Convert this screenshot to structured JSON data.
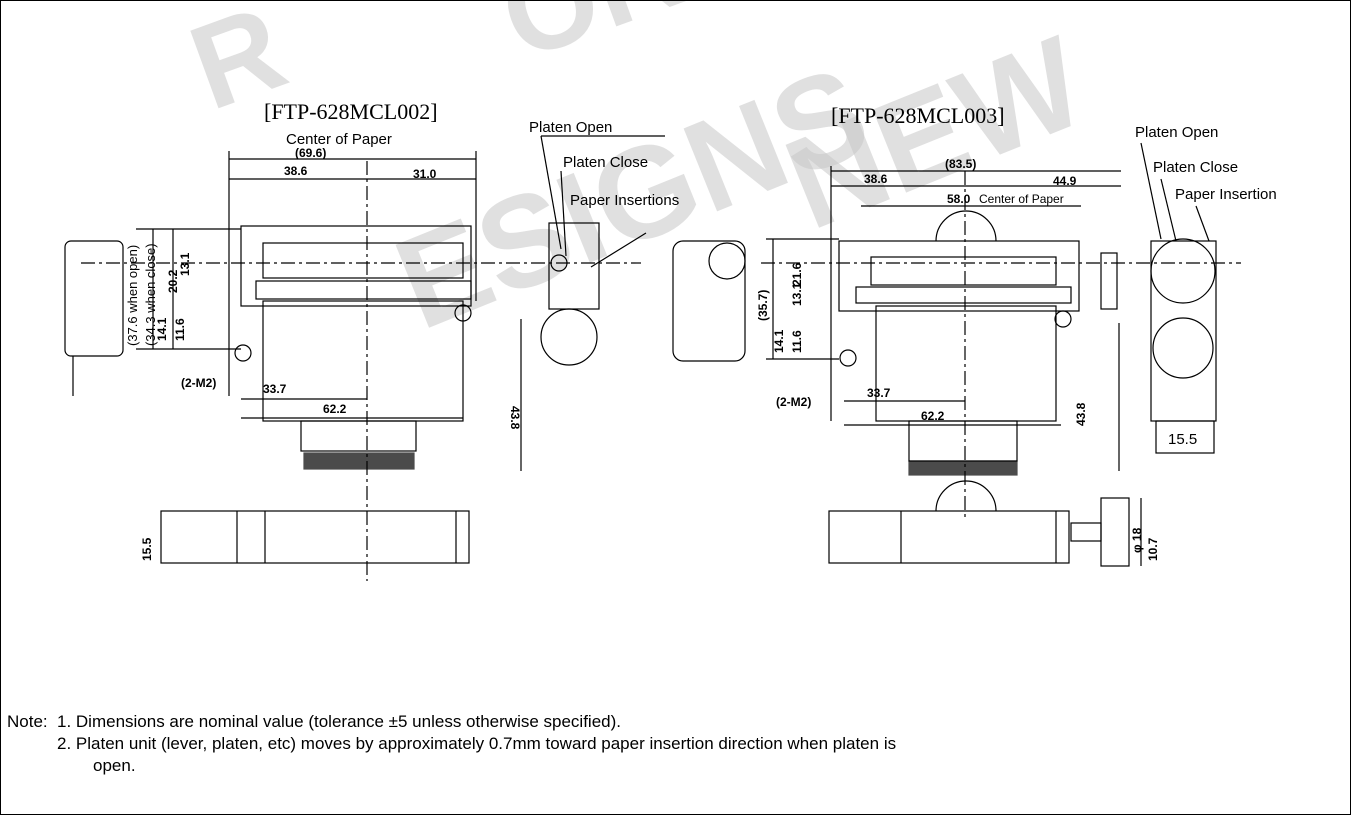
{
  "watermark": [
    "R",
    "OR",
    "ESIGNS",
    "NEW"
  ],
  "left_view": {
    "title": "[FTP-628MCL002]",
    "center_label": "Center of Paper",
    "dim_total": "(69.6)",
    "dim_left": "38.6",
    "dim_right": "31.0",
    "height_open": "(37.6 when open)",
    "height_close": "(34.3 when close)",
    "dim_20_2": "20.2",
    "dim_13_1": "13.1",
    "dim_14_1": "14.1",
    "dim_11_6": "11.6",
    "screw": "(2-M2)",
    "dim_33_7": "33.7",
    "dim_62_2": "62.2",
    "dim_43_8": "43.8",
    "dim_15_5": "15.5",
    "platen_open": "Platen Open",
    "platen_close": "Platen Close",
    "paper_insertion": "Paper Insertions"
  },
  "right_view": {
    "title": "[FTP-628MCL003]",
    "dim_total": "(83.5)",
    "dim_left": "38.6",
    "dim_right": "44.9",
    "dim_58": "58.0",
    "center_label": "Center of Paper",
    "dim_35_7": "(35.7)",
    "dim_21_6": "21.6",
    "dim_13_1": "13.1",
    "dim_14_1": "14.1",
    "dim_11_6": "11.6",
    "screw": "(2-M2)",
    "dim_33_7": "33.7",
    "dim_62_2": "62.2",
    "dim_43_8": "43.8",
    "dim_15_5": "15.5",
    "dim_phi18": "φ 18",
    "dim_10_7": "10.7",
    "platen_open": "Platen Open",
    "platen_close": "Platen Close",
    "paper_insertion": "Paper Insertion"
  },
  "notes": {
    "label": "Note:",
    "items": [
      "1. Dimensions are nominal value (tolerance ±5 unless otherwise specified).",
      "2. Platen unit (lever, platen, etc) moves by approximately 0.7mm toward paper insertion direction when platen is",
      "open."
    ]
  }
}
